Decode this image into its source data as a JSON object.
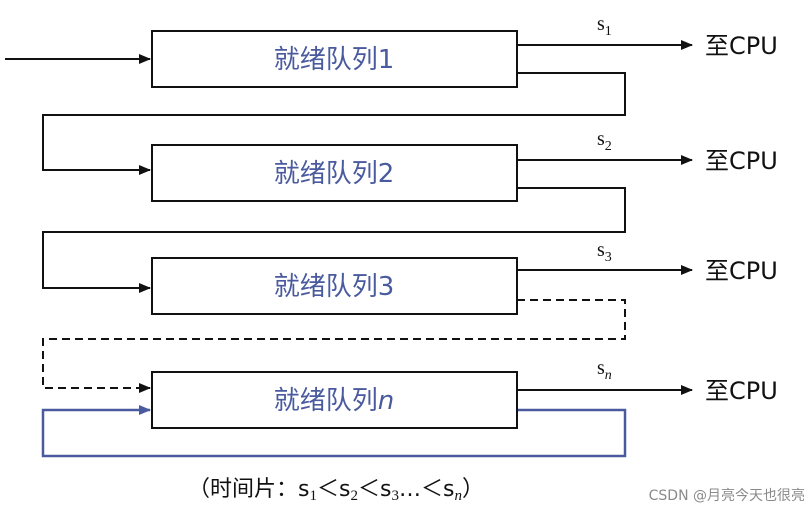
{
  "queues": [
    {
      "label": "就绪队列",
      "index": "1",
      "index_italic": false,
      "slice": "s",
      "slice_sub": "1"
    },
    {
      "label": "就绪队列",
      "index": "2",
      "index_italic": false,
      "slice": "s",
      "slice_sub": "2"
    },
    {
      "label": "就绪队列",
      "index": "3",
      "index_italic": false,
      "slice": "s",
      "slice_sub": "3"
    },
    {
      "label": "就绪队列",
      "index": "n",
      "index_italic": true,
      "slice": "s",
      "slice_sub": "n"
    }
  ],
  "cpu_label": "至CPU",
  "caption": {
    "open": "（时间片：",
    "s1": "s",
    "s1_sub": "1",
    "lt1": "＜",
    "s2": "s",
    "s2_sub": "2",
    "lt2": "＜",
    "s3": "s",
    "s3_sub": "3",
    "ellipsis": "…",
    "lt3": "＜",
    "sn": "s",
    "sn_sub": "n",
    "close": "）"
  },
  "watermark": "CSDN @月亮今天也很亮",
  "colors": {
    "queue_text": "#4a5a9e",
    "feedback_line": "#4a5a9e",
    "line": "#111111"
  }
}
